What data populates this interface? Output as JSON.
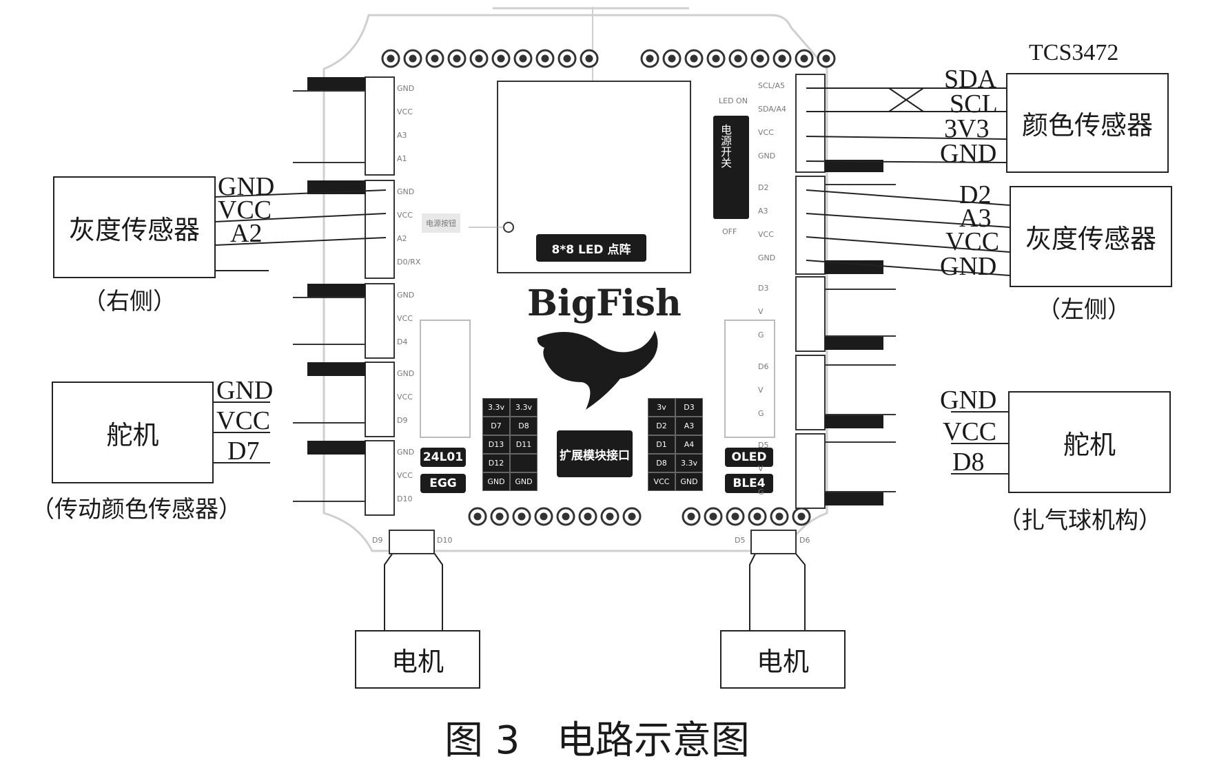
{
  "figure_caption": "图 3   电路示意图",
  "board": {
    "brand": "BigFish",
    "led_label": "8*8 LED 点阵",
    "expansion_label": "扩展模块接口",
    "chip_24l01": "24L01",
    "chip_egg": "EGG",
    "chip_oled": "OLED",
    "chip_blb4": "BLE4",
    "power_switch": "电源开关",
    "reset_button": "电源按钮",
    "led_on": "LED ON",
    "off": "OFF",
    "left_pins": {
      "h1": [
        "GND",
        "VCC",
        "A3",
        "A1"
      ],
      "h2": [
        "GND",
        "VCC",
        "A2",
        "D0/RX"
      ],
      "h3": [
        "GND",
        "VCC",
        "D4"
      ],
      "h4": [
        "GND",
        "VCC",
        "D9"
      ],
      "h5": [
        "GND",
        "VCC",
        "D10"
      ]
    },
    "right_pins": {
      "h1": [
        "SCL/A5",
        "SDA/A4",
        "VCC",
        "GND"
      ],
      "h2": [
        "D2",
        "A3",
        "VCC",
        "GND"
      ],
      "h3": [
        "D3",
        "V",
        "G"
      ],
      "h4": [
        "D6",
        "V",
        "G"
      ],
      "h5": [
        "D5",
        "V",
        "G"
      ]
    },
    "grid_left": [
      "3.3v",
      "3.3v",
      "D7",
      "D8",
      "D13",
      "D11",
      "D12",
      "",
      "GND",
      "GND"
    ],
    "grid_right": [
      "3v",
      "D3",
      "D2",
      "A3",
      "D1",
      "A4",
      "D8",
      "3.3v",
      "VCC",
      "GND"
    ],
    "motor_left_pins": [
      "D9",
      "D10"
    ],
    "motor_right_pins": [
      "D5",
      "D6"
    ]
  },
  "modules": {
    "gray_right": {
      "name": "灰度传感器",
      "caption": "（右侧）",
      "pins": [
        "GND",
        "VCC",
        "A2"
      ]
    },
    "servo_left": {
      "name": "舵机",
      "caption": "（传动颜色传感器）",
      "pins": [
        "GND",
        "VCC",
        "D7"
      ]
    },
    "color_sensor": {
      "header": "TCS3472",
      "name": "颜色传感器",
      "pins": [
        "SDA",
        "SCL",
        "3V3",
        "GND"
      ]
    },
    "gray_left": {
      "name": "灰度传感器",
      "caption": "（左侧）",
      "pins": [
        "D2",
        "A3",
        "VCC",
        "GND"
      ]
    },
    "servo_right": {
      "name": "舵机",
      "caption": "（扎气球机构）",
      "pins": [
        "GND",
        "VCC",
        "D8"
      ]
    },
    "motor_left": {
      "name": "电机"
    },
    "motor_right": {
      "name": "电机"
    }
  }
}
